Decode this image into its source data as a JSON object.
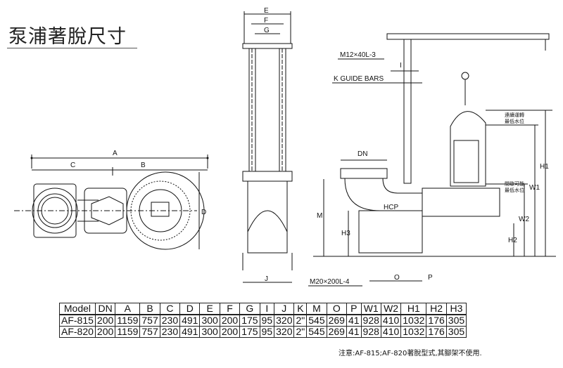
{
  "title": "泵浦著脫尺寸",
  "labels": {
    "A": "A",
    "B": "B",
    "C": "C",
    "D": "D",
    "E": "E",
    "F": "F",
    "G": "G",
    "DN": "DN",
    "J": "J",
    "O": "O",
    "P": "P",
    "M": "M",
    "I": "I",
    "H1": "H1",
    "H2": "H2",
    "H3": "H3",
    "W1": "W1",
    "W2": "W2",
    "bolt_top": "M12×40L-3",
    "guide_bars": "K GUIDE BARS",
    "bolt_bottom": "M20×200L-4",
    "brand": "HCP",
    "level_continuous": "連續運轉\n最低水位",
    "level_continuous_1": "連續運轉",
    "level_continuous_2": "最低水位",
    "level_intermittent_1": "間歇可能",
    "level_intermittent_2": "最低水位"
  },
  "table": {
    "headers": [
      "Model",
      "DN",
      "A",
      "B",
      "C",
      "D",
      "E",
      "F",
      "G",
      "I",
      "J",
      "K",
      "M",
      "O",
      "P",
      "W1",
      "W2",
      "H1",
      "H2",
      "H3"
    ],
    "rows": [
      [
        "AF-815",
        "200",
        "1159",
        "757",
        "230",
        "491",
        "300",
        "200",
        "175",
        "95",
        "320",
        "2\"",
        "545",
        "269",
        "41",
        "928",
        "410",
        "1032",
        "176",
        "305"
      ],
      [
        "AF-820",
        "200",
        "1159",
        "757",
        "230",
        "491",
        "300",
        "200",
        "175",
        "95",
        "320",
        "2\"",
        "545",
        "269",
        "41",
        "928",
        "410",
        "1032",
        "176",
        "305"
      ]
    ]
  },
  "note": "注意:AF-815;AF-820著脫型式,其腳架不使用."
}
